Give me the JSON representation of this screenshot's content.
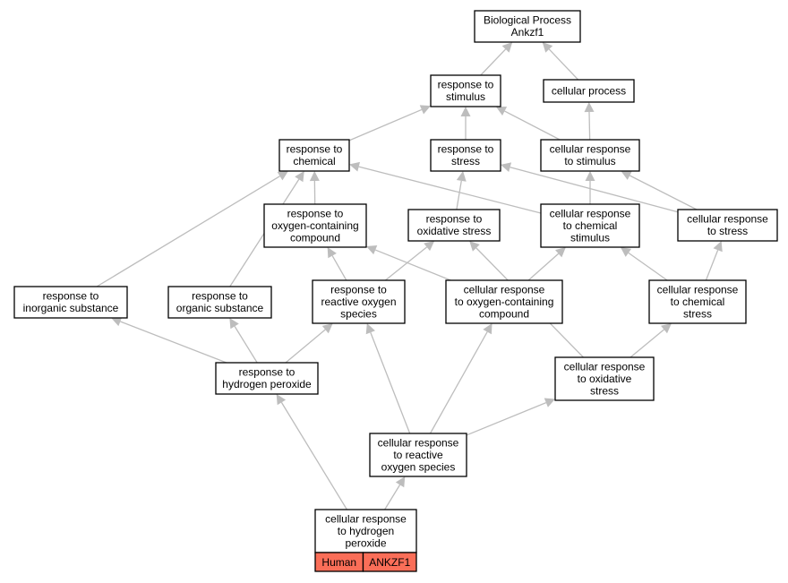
{
  "graph": {
    "nodes": [
      {
        "id": "bp",
        "lines": [
          "Biological Process",
          "Ankzf1"
        ]
      },
      {
        "id": "resp_stim",
        "lines": [
          "response to",
          "stimulus"
        ]
      },
      {
        "id": "cell_proc",
        "lines": [
          "cellular process"
        ]
      },
      {
        "id": "resp_chem",
        "lines": [
          "response to",
          "chemical"
        ]
      },
      {
        "id": "resp_stress",
        "lines": [
          "response to",
          "stress"
        ]
      },
      {
        "id": "cell_resp_stim",
        "lines": [
          "cellular response",
          "to stimulus"
        ]
      },
      {
        "id": "resp_oxy_comp",
        "lines": [
          "response to",
          "oxygen-containing",
          "compound"
        ]
      },
      {
        "id": "resp_ox_stress",
        "lines": [
          "response to",
          "oxidative stress"
        ]
      },
      {
        "id": "cell_resp_chem_stim",
        "lines": [
          "cellular response",
          "to chemical",
          "stimulus"
        ]
      },
      {
        "id": "cell_resp_stress",
        "lines": [
          "cellular response",
          "to stress"
        ]
      },
      {
        "id": "resp_inorg",
        "lines": [
          "response to",
          "inorganic substance"
        ]
      },
      {
        "id": "resp_org",
        "lines": [
          "response to",
          "organic substance"
        ]
      },
      {
        "id": "resp_ros",
        "lines": [
          "response to",
          "reactive oxygen",
          "species"
        ]
      },
      {
        "id": "cell_resp_oxy_comp",
        "lines": [
          "cellular response",
          "to oxygen-containing",
          "compound"
        ]
      },
      {
        "id": "cell_resp_chem_stress",
        "lines": [
          "cellular response",
          "to chemical",
          "stress"
        ]
      },
      {
        "id": "resp_h2o2",
        "lines": [
          "response to",
          "hydrogen peroxide"
        ]
      },
      {
        "id": "cell_resp_ox_stress",
        "lines": [
          "cellular response",
          "to oxidative",
          "stress"
        ]
      },
      {
        "id": "cell_resp_ros",
        "lines": [
          "cellular response",
          "to reactive",
          "oxygen species"
        ]
      },
      {
        "id": "cell_resp_h2o2",
        "lines": [
          "cellular response",
          "to hydrogen",
          "peroxide"
        ],
        "annotation": [
          "Human",
          "ANKZF1"
        ]
      }
    ],
    "edges": [
      [
        "resp_stim",
        "bp"
      ],
      [
        "cell_proc",
        "bp"
      ],
      [
        "resp_chem",
        "resp_stim"
      ],
      [
        "resp_stress",
        "resp_stim"
      ],
      [
        "cell_resp_stim",
        "resp_stim"
      ],
      [
        "cell_resp_stim",
        "cell_proc"
      ],
      [
        "resp_oxy_comp",
        "resp_chem"
      ],
      [
        "resp_ox_stress",
        "resp_stress"
      ],
      [
        "cell_resp_chem_stim",
        "resp_chem"
      ],
      [
        "cell_resp_chem_stim",
        "cell_resp_stim"
      ],
      [
        "cell_resp_stress",
        "resp_stress"
      ],
      [
        "cell_resp_stress",
        "cell_resp_stim"
      ],
      [
        "resp_inorg",
        "resp_chem"
      ],
      [
        "resp_org",
        "resp_chem"
      ],
      [
        "resp_ros",
        "resp_oxy_comp"
      ],
      [
        "resp_ros",
        "resp_ox_stress"
      ],
      [
        "cell_resp_oxy_comp",
        "resp_oxy_comp"
      ],
      [
        "cell_resp_oxy_comp",
        "cell_resp_chem_stim"
      ],
      [
        "cell_resp_chem_stress",
        "cell_resp_chem_stim"
      ],
      [
        "cell_resp_chem_stress",
        "cell_resp_stress"
      ],
      [
        "resp_h2o2",
        "resp_inorg"
      ],
      [
        "resp_h2o2",
        "resp_org"
      ],
      [
        "resp_h2o2",
        "resp_ros"
      ],
      [
        "cell_resp_ox_stress",
        "resp_ox_stress"
      ],
      [
        "cell_resp_ox_stress",
        "cell_resp_chem_stress"
      ],
      [
        "cell_resp_ros",
        "resp_ros"
      ],
      [
        "cell_resp_ros",
        "cell_resp_oxy_comp"
      ],
      [
        "cell_resp_ros",
        "cell_resp_ox_stress"
      ],
      [
        "cell_resp_h2o2",
        "resp_h2o2"
      ],
      [
        "cell_resp_h2o2",
        "cell_resp_ros"
      ]
    ],
    "colors": {
      "edge": "#bdbdbd",
      "node_border": "#000000",
      "node_fill": "#ffffff",
      "annotation_fill": "#fa6e58"
    }
  }
}
